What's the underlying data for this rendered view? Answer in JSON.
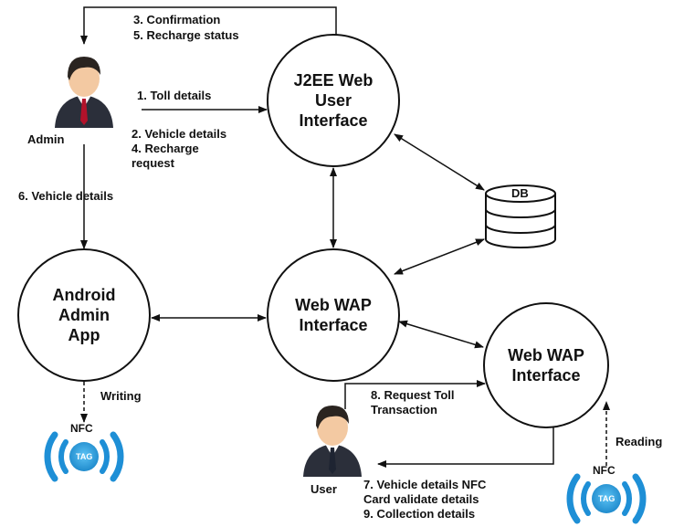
{
  "nodes": {
    "j2ee": [
      "J2EE Web",
      "User",
      "Interface"
    ],
    "wap_center": [
      "Web WAP",
      "Interface"
    ],
    "wap_right": [
      "Web WAP",
      "Interface"
    ],
    "android": [
      "Android",
      "Admin",
      "App"
    ],
    "db": "DB"
  },
  "actors": {
    "admin": "Admin",
    "user": "User"
  },
  "tags": {
    "nfc_label": "NFC",
    "tag_label": "TAG"
  },
  "edges": {
    "confirmation": "3. Confirmation",
    "recharge_status": "5. Recharge status",
    "toll_details": "1. Toll details",
    "vehicle_details": "2. Vehicle details",
    "recharge_request_1": "4. Recharge",
    "recharge_request_2": "request",
    "vehicle_details_6": "6. Vehicle details",
    "writing": "Writing",
    "request_toll_1": "8. Request Toll",
    "request_toll_2": "Transaction",
    "reading": "Reading",
    "validate_1": "7. Vehicle details NFC",
    "validate_2": "Card validate details",
    "collection": "9. Collection details"
  },
  "colors": {
    "nfc_blue": "#1e8fd6",
    "tag_blue": "#2aa6e8",
    "suit_dark": "#2b2f3a",
    "tie_red": "#b3122a",
    "skin": "#f3c9a2",
    "hair": "#2a2420"
  }
}
